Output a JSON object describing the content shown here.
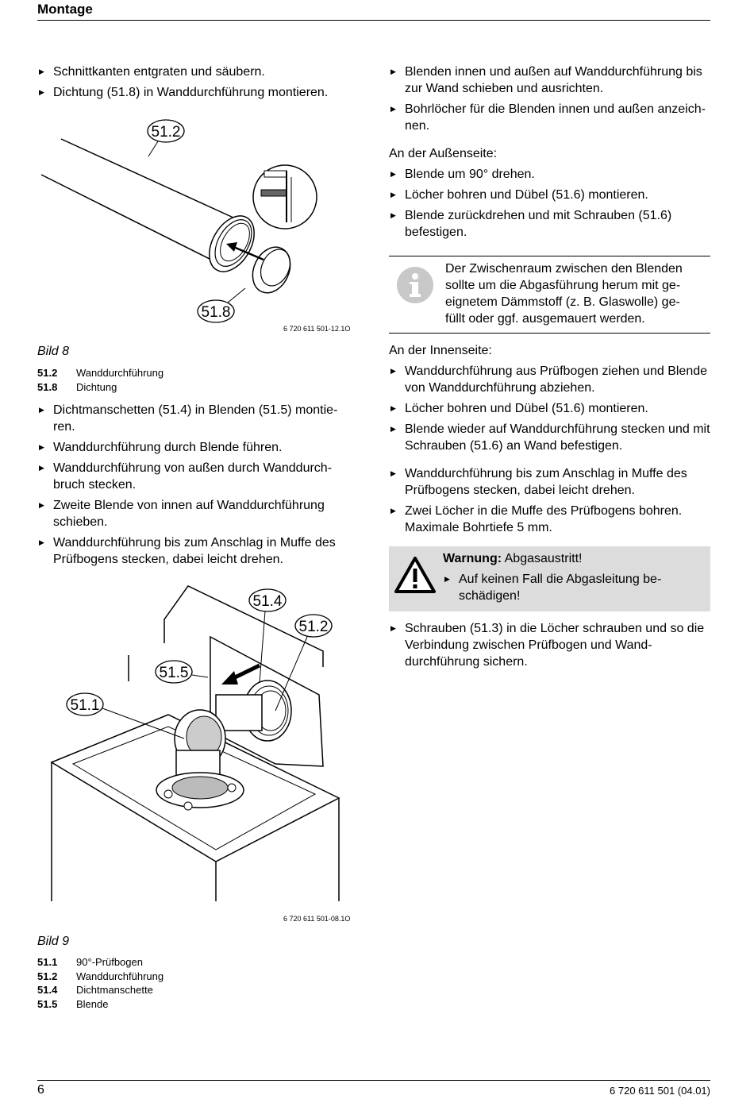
{
  "header": {
    "title": "Montage"
  },
  "left": {
    "steps_top": [
      "Schnittkanten entgraten und säubern.",
      "Dichtung (51.8) in Wanddurchführung montieren."
    ],
    "fig8": {
      "callouts": [
        "51.2",
        "51.8"
      ],
      "code": "6 720 611 501-12.1O",
      "caption": "Bild 8",
      "legend": [
        {
          "num": "51.2",
          "text": "Wanddurchführung"
        },
        {
          "num": "51.8",
          "text": "Dichtung"
        }
      ]
    },
    "steps_mid": [
      "Dichtmanschetten (51.4) in Blenden (51.5) montie-ren.",
      "Wanddurchführung durch Blende führen.",
      "Wanddurchführung von außen durch Wanddurch-bruch stecken.",
      "Zweite Blende von innen auf Wanddurchführung schieben.",
      "Wanddurchführung bis zum Anschlag in Muffe des Prüfbogens stecken, dabei leicht drehen."
    ],
    "fig9": {
      "callouts": [
        "51.4",
        "51.2",
        "51.5",
        "51.1"
      ],
      "code": "6 720 611 501-08.1O",
      "caption": "Bild 9",
      "legend": [
        {
          "num": "51.1",
          "text": "90°-Prüfbogen"
        },
        {
          "num": "51.2",
          "text": "Wanddurchführung"
        },
        {
          "num": "51.4",
          "text": "Dichtmanschette"
        },
        {
          "num": "51.5",
          "text": "Blende"
        }
      ]
    }
  },
  "right": {
    "steps_a": [
      "Blenden innen und außen auf Wanddurchführung bis zur Wand schieben und ausrichten.",
      "Bohrlöcher für die Blenden innen und außen anzeich-nen."
    ],
    "outside_label": "An der Außenseite:",
    "steps_b": [
      "Blende um 90° drehen.",
      "Löcher bohren und Dübel (51.6) montieren.",
      "Blende zurückdrehen und mit Schrauben (51.6) befestigen."
    ],
    "note": {
      "icon": "info-icon",
      "text": "Der Zwischenraum zwischen den Blenden sollte um die Abgasführung herum mit ge-eignetem Dämmstoff (z. B. Glaswolle) ge-füllt oder ggf. ausgemauert werden."
    },
    "inside_label": "An der Innenseite:",
    "steps_c": [
      "Wanddurchführung aus Prüfbogen ziehen und Blende von Wanddurchführung abziehen.",
      "Löcher bohren und Dübel (51.6) montieren.",
      "Blende wieder auf Wanddurchführung stecken und mit Schrauben (51.6) an Wand befestigen."
    ],
    "steps_d": [
      "Wanddurchführung bis zum Anschlag in Muffe des Prüfbogens stecken, dabei leicht drehen.",
      "Zwei Löcher in die Muffe des Prüfbogens bohren. Maximale Bohrtiefe 5 mm."
    ],
    "warning": {
      "icon": "warning-icon",
      "label": "Warnung:",
      "text": "Abgasaustritt!",
      "steps": [
        "Auf keinen Fall die Abgasleitung be-schädigen!"
      ]
    },
    "steps_e": [
      "Schrauben (51.3) in die Löcher schrauben und so die Verbindung zwischen Prüfbogen und Wand-durchführung sichern."
    ]
  },
  "footer": {
    "page": "6",
    "doc": "6 720 611 501 (04.01)"
  }
}
